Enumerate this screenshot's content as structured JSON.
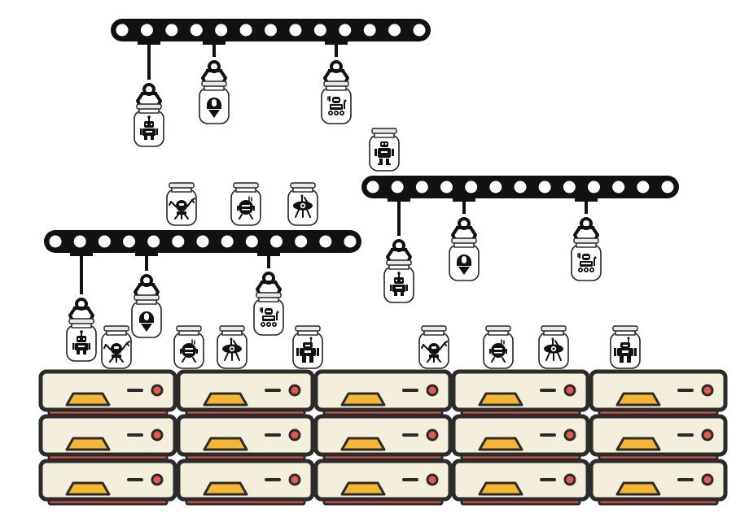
{
  "colors": {
    "rail": "#111111",
    "rail_hole": "#ffffff",
    "arm": "#111111",
    "jar_outline": "#222222",
    "jar_fill": "#ffffff",
    "jar_lid": "#e9e9e9",
    "robot": "#111111",
    "server_outline": "#2b2b2b",
    "server_face": "#f4efdc",
    "server_base": "#e5584a",
    "server_slot": "#f5b731",
    "server_light": "#e5584a"
  },
  "icons": {
    "conveyor": "conveyor-rail-icon",
    "claw": "robotic-claw-icon",
    "jar": "jar-icon",
    "robot": "robot-icon",
    "server": "server-rack-icon"
  },
  "counts": {
    "conveyors": 3,
    "server_columns": 5,
    "server_rows": 3
  },
  "robot_kinds": [
    "android",
    "helmet",
    "tracked-bot",
    "tall-bot",
    "multi-arm",
    "bomb-bot",
    "eye-bot",
    "mech"
  ]
}
